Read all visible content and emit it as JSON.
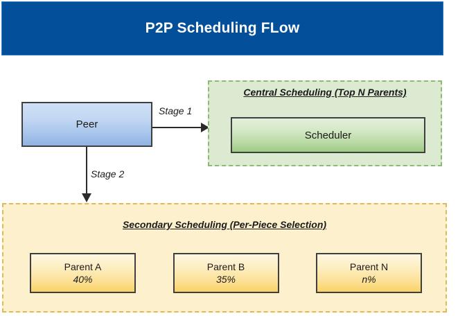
{
  "header": {
    "title": "P2P Scheduling FLow",
    "background_color": "#034f99",
    "text_color": "#ffffff"
  },
  "nodes": {
    "peer": {
      "label": "Peer",
      "fill_color": "#a9c6ec",
      "border_color": "#3f3f3f"
    },
    "scheduler": {
      "label": "Scheduler",
      "fill_color": "#b7d9a1",
      "border_color": "#3f3f3f"
    }
  },
  "edges": [
    {
      "name": "stage-1",
      "label": "Stage 1",
      "from": "peer",
      "to": "central-scheduling-group",
      "direction": "horizontal"
    },
    {
      "name": "stage-2",
      "label": "Stage 2",
      "from": "peer",
      "to": "secondary-scheduling-group",
      "direction": "vertical"
    }
  ],
  "groups": {
    "central": {
      "title": "Central Scheduling (Top N Parents)",
      "fill_color": "#dcead1",
      "border_color": "#8cba74"
    },
    "secondary": {
      "title": "Secondary Scheduling (Per-Piece Selection)",
      "fill_color": "#fdf0cd",
      "border_color": "#e0bb55",
      "parents": [
        {
          "name": "Parent A",
          "share": "40%"
        },
        {
          "name": "Parent B",
          "share": "35%"
        },
        {
          "name": "Parent N",
          "share": "n%"
        }
      ]
    }
  }
}
